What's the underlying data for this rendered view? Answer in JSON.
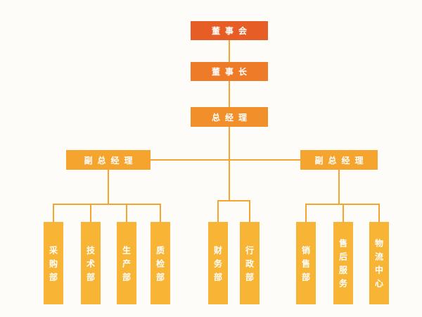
{
  "chart": {
    "type": "org-chart",
    "nodes": {
      "board": "董事会",
      "chairman": "董事长",
      "general_manager": "总经理",
      "deputy_left": "副总经理",
      "deputy_right": "副总经理",
      "departments_left": [
        "采购部",
        "技术部",
        "生产部",
        "质检部"
      ],
      "departments_middle": [
        "财务部",
        "行政部"
      ],
      "departments_right": [
        "销售部",
        "售后服务",
        "物流中心"
      ]
    },
    "colors": {
      "level1": "#e65e25",
      "level2": "#ee7b28",
      "level3": "#f1902b",
      "level4": "#f5a42d",
      "level5": "#f7b435",
      "line": "#f5a52e",
      "background": "#fdfcf8"
    }
  }
}
